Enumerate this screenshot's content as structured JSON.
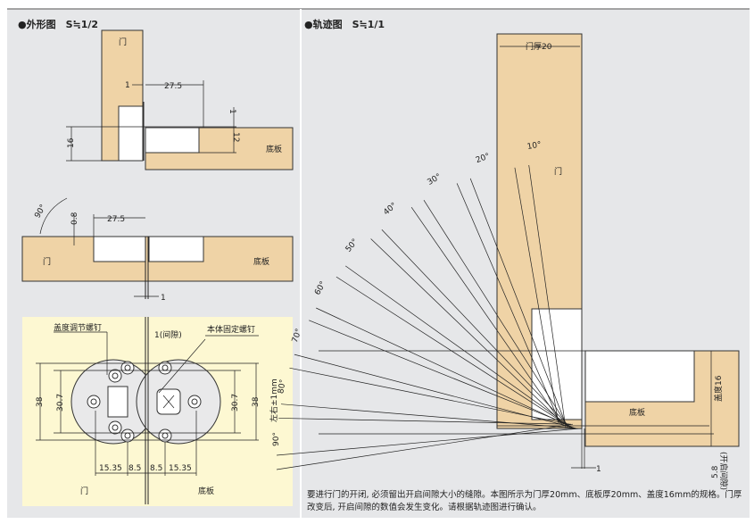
{
  "left_panel": {
    "title": "●外形图　S≒1/2",
    "top_view": {
      "door_label": "门",
      "board_label": "底板",
      "dim_1": "1",
      "dim_27_5": "27.5",
      "dim_1b": "1",
      "dim_16": "16",
      "dim_12": "12"
    },
    "side_view": {
      "angle_label": "90°",
      "dim_0_8": "0.8",
      "dim_27_5": "27.5",
      "door_label": "门",
      "board_label": "底板",
      "dim_gap": "1"
    },
    "plan_view": {
      "cover_screw_label": "盖度调节螺钉",
      "gap_label": "1(间隙)",
      "body_screw_label": "本体固定螺钉",
      "dim_38_left": "38",
      "dim_30_7_left": "30.7",
      "dim_30_7_right": "30.7",
      "dim_38_right": "38",
      "adjust_label": "左右±1mm",
      "bottom_dims": [
        "15.35",
        "8.5",
        "8.5",
        "15.35"
      ],
      "door_label": "门",
      "board_label": "底板"
    }
  },
  "right_panel": {
    "title": "●轨迹图　S≒1/1",
    "door_thickness": "门厚20",
    "door_label": "门",
    "board_label": "底板",
    "cover_label": "盖度16",
    "angles": [
      "10°",
      "20°",
      "30°",
      "40°",
      "50°",
      "60°",
      "70°",
      "80°",
      "90°"
    ],
    "dim_5_8": "5.8",
    "open_gap_label": "(开启间隙)",
    "dim_1": "1",
    "note": "要进行门的开闭, 必须留出开启间隙大小的缝隙。本图所示为门厚20mm、底板厚20mm、盖度16mm的规格。门厚改变后, 开启间隙的数值会发生变化。请根据轨迹图进行确认。"
  },
  "colors": {
    "wood": "#efd3a6",
    "panel_bg": "#e6e7e9",
    "plan_bg": "#fdf8d2"
  }
}
